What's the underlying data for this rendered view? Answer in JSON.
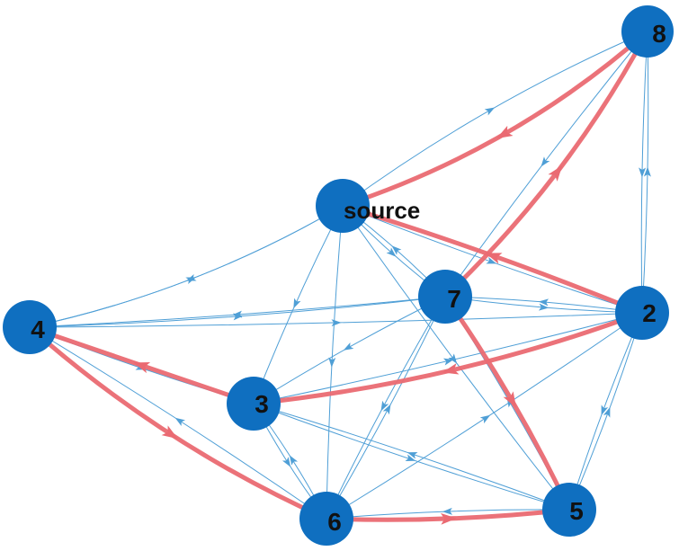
{
  "diagram": {
    "type": "directed-graph",
    "colors": {
      "node": "#0f6fc0",
      "edge": "#4f9fd6",
      "highlight": "#ea6a72",
      "label": "#111111"
    },
    "nodes": [
      {
        "id": "source",
        "label": "source"
      },
      {
        "id": "2",
        "label": "2"
      },
      {
        "id": "3",
        "label": "3"
      },
      {
        "id": "4",
        "label": "4"
      },
      {
        "id": "5",
        "label": "5"
      },
      {
        "id": "6",
        "label": "6"
      },
      {
        "id": "7",
        "label": "7"
      },
      {
        "id": "8",
        "label": "8"
      }
    ],
    "edges": [
      {
        "from": "8",
        "to": "source",
        "highlighted": true
      },
      {
        "from": "2",
        "to": "source",
        "highlighted": true
      },
      {
        "from": "7",
        "to": "8",
        "highlighted": true
      },
      {
        "from": "2",
        "to": "3",
        "highlighted": true
      },
      {
        "from": "3",
        "to": "4",
        "highlighted": true
      },
      {
        "from": "4",
        "to": "6",
        "highlighted": true
      },
      {
        "from": "6",
        "to": "5",
        "highlighted": true
      },
      {
        "from": "7",
        "to": "5",
        "highlighted": true
      },
      {
        "from": "source",
        "to": "8",
        "highlighted": false
      },
      {
        "from": "8",
        "to": "7",
        "highlighted": false
      },
      {
        "from": "8",
        "to": "2",
        "highlighted": false
      },
      {
        "from": "2",
        "to": "8",
        "highlighted": false
      },
      {
        "from": "source",
        "to": "4",
        "highlighted": false
      },
      {
        "from": "4",
        "to": "source",
        "highlighted": false
      },
      {
        "from": "7",
        "to": "4",
        "highlighted": false
      },
      {
        "from": "4",
        "to": "7",
        "highlighted": false
      },
      {
        "from": "4",
        "to": "3",
        "highlighted": false
      },
      {
        "from": "4",
        "to": "2",
        "highlighted": false
      },
      {
        "from": "source",
        "to": "3",
        "highlighted": false
      },
      {
        "from": "source",
        "to": "6",
        "highlighted": false
      },
      {
        "from": "source",
        "to": "5",
        "highlighted": false
      },
      {
        "from": "source",
        "to": "7",
        "highlighted": false
      },
      {
        "from": "7",
        "to": "source",
        "highlighted": false
      },
      {
        "from": "source",
        "to": "2",
        "highlighted": false
      },
      {
        "from": "7",
        "to": "2",
        "highlighted": false
      },
      {
        "from": "2",
        "to": "7",
        "highlighted": false
      },
      {
        "from": "7",
        "to": "3",
        "highlighted": false
      },
      {
        "from": "7",
        "to": "6",
        "highlighted": false
      },
      {
        "from": "3",
        "to": "5",
        "highlighted": false
      },
      {
        "from": "5",
        "to": "3",
        "highlighted": false
      },
      {
        "from": "3",
        "to": "6",
        "highlighted": false
      },
      {
        "from": "6",
        "to": "3",
        "highlighted": false
      },
      {
        "from": "6",
        "to": "4",
        "highlighted": false
      },
      {
        "from": "2",
        "to": "5",
        "highlighted": false
      },
      {
        "from": "5",
        "to": "2",
        "highlighted": false
      },
      {
        "from": "6",
        "to": "2",
        "highlighted": false
      },
      {
        "from": "5",
        "to": "6",
        "highlighted": false
      },
      {
        "from": "3",
        "to": "2",
        "highlighted": false
      },
      {
        "from": "5",
        "to": "7",
        "highlighted": false
      },
      {
        "from": "6",
        "to": "7",
        "highlighted": false
      }
    ]
  }
}
